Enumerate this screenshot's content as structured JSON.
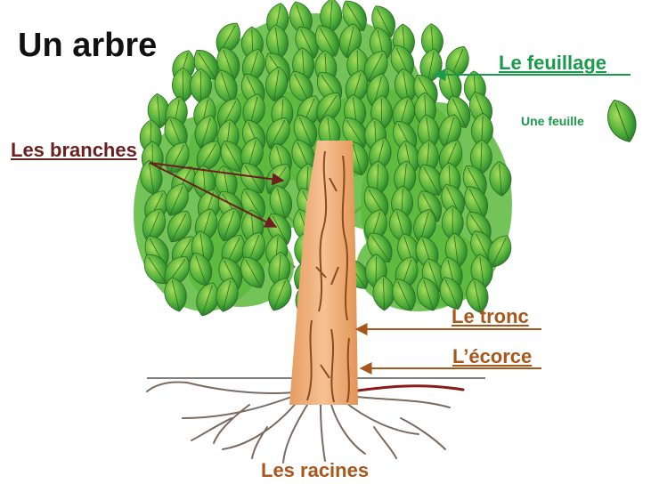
{
  "title": "Un arbre",
  "labels": {
    "foliage": "Le feuillage",
    "leaf": "Une feuille",
    "branches": "Les branches",
    "trunk": "Le tronc",
    "bark": "L’écorce",
    "roots": "Les racines"
  },
  "colors": {
    "green_label": "#1a9a4a",
    "branch_label": "#6b1f1f",
    "trunk_label": "#a8571b",
    "leaf_light": "#7dc242",
    "leaf_dark": "#2e8a2e",
    "trunk_fill": "#f2b07f",
    "bark_line": "#8a4b20",
    "roots": "#7a6a60"
  }
}
